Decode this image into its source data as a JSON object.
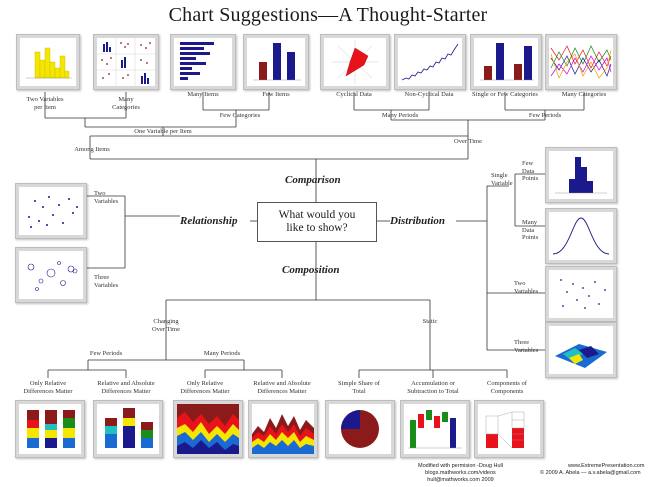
{
  "title": "Chart Suggestions—A Thought-Starter",
  "center": {
    "line1": "What would you",
    "line2": "like to show?"
  },
  "branches": {
    "comparison": "Comparison",
    "relationship": "Relationship",
    "distribution": "Distribution",
    "composition": "Composition"
  },
  "comparison_labels": {
    "two_vars_per_item": "Two Variables per Item",
    "many_categories": "Many Categories",
    "many_items": "Many Items",
    "few_items": "Few Items",
    "cyclical": "Cyclical Data",
    "non_cyclical": "Non-Cyclical Data",
    "single_few_cat": "Single or Few Categories",
    "many_cat": "Many Categories",
    "few_categories": "Few Categories",
    "one_var_per_item": "One Variable per Item",
    "many_periods": "Many Periods",
    "few_periods": "Few Periods",
    "among_items": "Among Items",
    "over_time": "Over Time"
  },
  "relationship_labels": {
    "two_vars": "Two Variables",
    "three_vars": "Three Variables"
  },
  "distribution_labels": {
    "single_var": "Single Variable",
    "few_points": "Few Data Points",
    "many_points": "Many Data Points",
    "two_vars": "Two Variables",
    "three_vars": "Three Variables"
  },
  "composition_labels": {
    "changing": "Changing Over Time",
    "static": "Static",
    "few_periods": "Few Periods",
    "many_periods": "Many Periods",
    "rel_only_1": "Only Relative Differences Matter",
    "rel_abs_1": "Relative and Absolute Differences Matter",
    "rel_only_2": "Only Relative Differences Matter",
    "rel_abs_2": "Relative and Absolute Differences Matter",
    "simple_share": "Simple Share of Total",
    "accumulation": "Accumulation or Subtraction to Total",
    "components": "Components of Components"
  },
  "footer": {
    "left1": "Modified with permision -Doug Hull",
    "left2": "blogs.mathworks.com/videos",
    "left3": "hull@mathworks.com 2009",
    "right1": "www.ExtremePresentation.com",
    "right2": "© 2009  A. Abela — a.v.abela@gmail.com"
  },
  "icons": {
    "histogram": "histogram-icon",
    "scatter_matrix": "scatter-matrix-icon",
    "bar_horizontal": "horizontal-bar-icon",
    "column": "column-chart-icon",
    "radar": "radar-chart-icon",
    "line": "line-chart-icon",
    "column_few": "column-chart-icon",
    "multi_line": "multi-line-chart-icon",
    "scatter": "scatter-plot-icon",
    "bubble": "bubble-chart-icon",
    "column_histogram": "column-histogram-icon",
    "normal_curve": "line-histogram-icon",
    "scatter_dist": "scatter-plot-icon",
    "surface_3d": "3d-area-chart-icon",
    "stacked_100_col": "stacked-100-column-icon",
    "stacked_col": "stacked-column-icon",
    "stacked_100_area": "stacked-100-area-icon",
    "stacked_area": "stacked-area-icon",
    "pie": "pie-chart-icon",
    "waterfall": "waterfall-chart-icon",
    "stacked_sub": "stacked-100-column-with-subcomponents-icon"
  },
  "colors": {
    "navy": "#1a1a8c",
    "maroon": "#8b1a1a",
    "yellow": "#f5e600",
    "red": "#e8131a"
  }
}
